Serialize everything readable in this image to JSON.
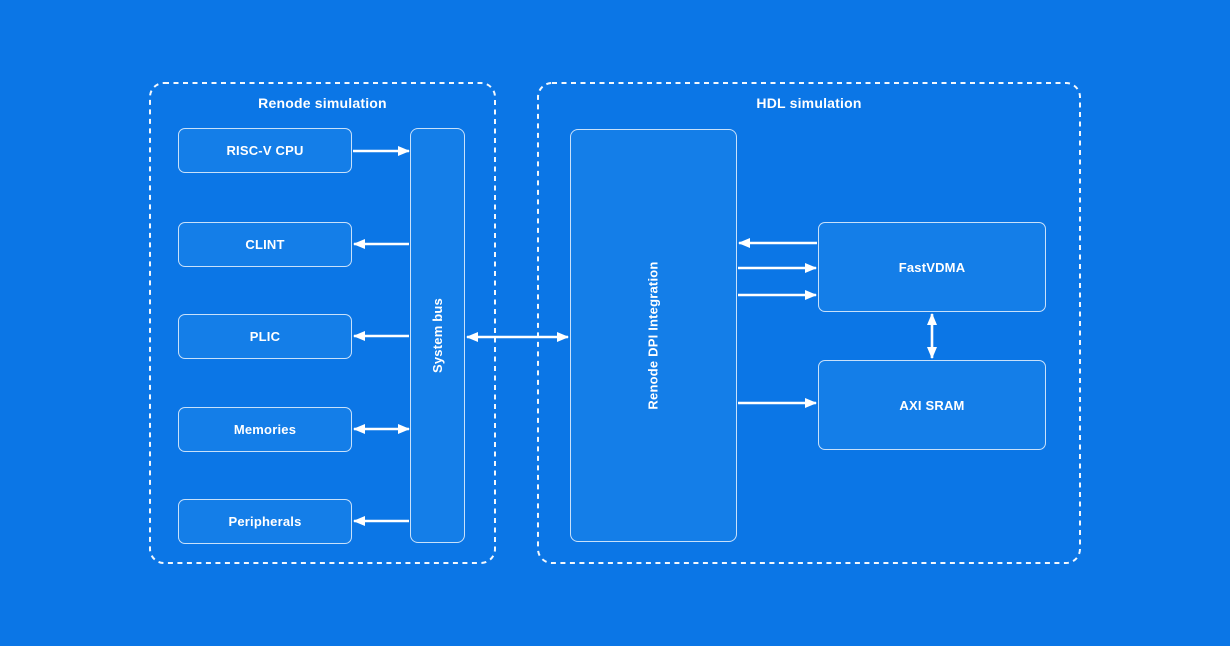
{
  "diagram": {
    "background_color": "#0B76E6",
    "node_fill_color": "#147EE8",
    "node_border_color": "#EAF3FF",
    "arrow_color": "#FFFFFF",
    "groups": {
      "renode": {
        "title": "Renode simulation"
      },
      "hdl": {
        "title": "HDL simulation"
      }
    },
    "nodes": {
      "riscv_cpu": {
        "label": "RISC-V CPU"
      },
      "clint": {
        "label": "CLINT"
      },
      "plic": {
        "label": "PLIC"
      },
      "memories": {
        "label": "Memories"
      },
      "peripherals": {
        "label": "Peripherals"
      },
      "system_bus": {
        "label": "System bus"
      },
      "renode_dpi": {
        "label": "Renode DPI Integration"
      },
      "fastvdma": {
        "label": "FastVDMA"
      },
      "axi_sram": {
        "label": "AXI SRAM"
      }
    },
    "connections": [
      {
        "from": "RISC-V CPU",
        "to": "System bus",
        "arrows": "to"
      },
      {
        "from": "System bus",
        "to": "CLINT",
        "arrows": "to"
      },
      {
        "from": "System bus",
        "to": "PLIC",
        "arrows": "to"
      },
      {
        "from": "Memories",
        "to": "System bus",
        "arrows": "both"
      },
      {
        "from": "System bus",
        "to": "Peripherals",
        "arrows": "to"
      },
      {
        "from": "System bus",
        "to": "Renode DPI Integration",
        "arrows": "both"
      },
      {
        "from": "FastVDMA",
        "to": "Renode DPI Integration",
        "arrows": "to"
      },
      {
        "from": "Renode DPI Integration",
        "to": "FastVDMA",
        "arrows": "to"
      },
      {
        "from": "Renode DPI Integration",
        "to": "FastVDMA",
        "arrows": "to"
      },
      {
        "from": "FastVDMA",
        "to": "AXI SRAM",
        "arrows": "both"
      },
      {
        "from": "Renode DPI Integration",
        "to": "AXI SRAM",
        "arrows": "to"
      }
    ]
  }
}
